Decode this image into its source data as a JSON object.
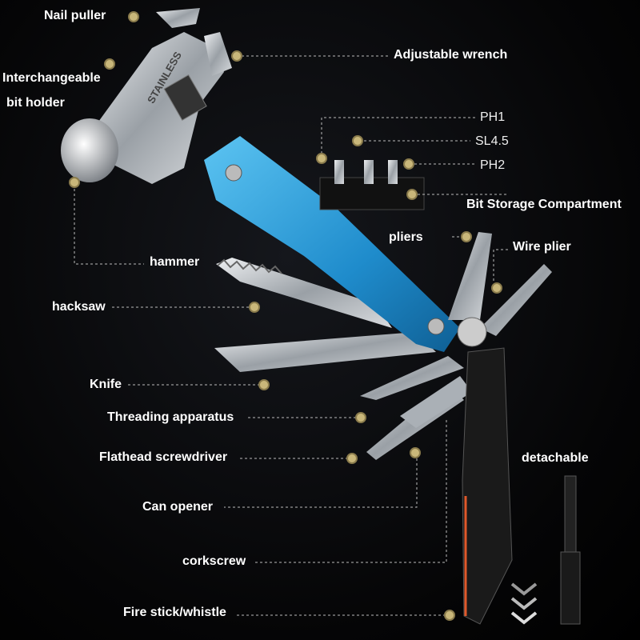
{
  "labels": {
    "nail_puller": "Nail puller",
    "adjustable_wrench": "Adjustable wrench",
    "bit_holder_line1": "Interchangeable",
    "bit_holder_line2": "bit holder",
    "ph1": "PH1",
    "sl45": "SL4.5",
    "ph2": "PH2",
    "bit_storage": "Bit Storage Compartment",
    "hammer": "hammer",
    "pliers": "pliers",
    "wire_plier": "Wire plier",
    "hacksaw": "hacksaw",
    "knife": "Knife",
    "threading": "Threading apparatus",
    "flathead": "Flathead screwdriver",
    "detachable": "detachable",
    "can_opener": "Can opener",
    "corkscrew": "corkscrew",
    "fire_stick": "Fire stick/whistle"
  },
  "tool_engraving": "STAINLESS",
  "colors": {
    "marker": "#c9b77a",
    "handle_blue": "#2a9bd8",
    "handle_black": "#1a1a1a",
    "steel": "#b8bcc2",
    "accent_orange": "#e0582a"
  }
}
